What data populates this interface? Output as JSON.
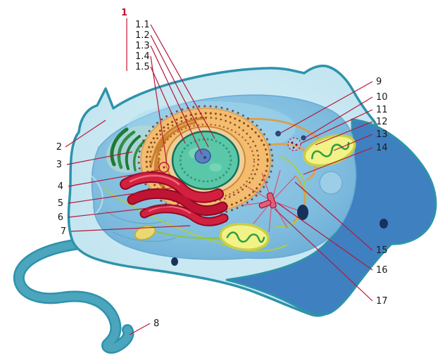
{
  "labels": {
    "group": "1",
    "g1": "1.1",
    "g2": "1.2",
    "g3": "1.3",
    "g4": "1.4",
    "g5": "1.5",
    "n2": "2",
    "n3": "3",
    "n4": "4",
    "n5": "5",
    "n6": "6",
    "n7": "7",
    "n8": "8",
    "n9": "9",
    "n10": "10",
    "n11": "11",
    "n12": "12",
    "n13": "13",
    "n14": "14",
    "n15": "15",
    "n16": "16",
    "n17": "17"
  },
  "colors": {
    "group_label_red": "#c4122f",
    "leader_line": "#b5173a",
    "label_text": "#1a1a1a",
    "membrane_outline": "#2d93ab",
    "cell_body": "#c9e8f2",
    "cytoplasm": "#7fbcde",
    "posterior_lobe": "#3f80c1",
    "nucleus": "#5ac8a8",
    "nucleus_border": "#14715a",
    "nucleolus": "#5b7fc0",
    "er_ring": "#f3bc6e",
    "golgi_green": "#2f8f45",
    "mitochondrion_fill": "#f2f287",
    "mitochondrion_stroke": "#c9cf45",
    "red_organelle": "#d3203f",
    "flagellum": "#4aa5bd",
    "filament_green": "#a7cf4a",
    "tubule_orange": "#e09a3f",
    "vesicle_dot": "#16325c"
  }
}
